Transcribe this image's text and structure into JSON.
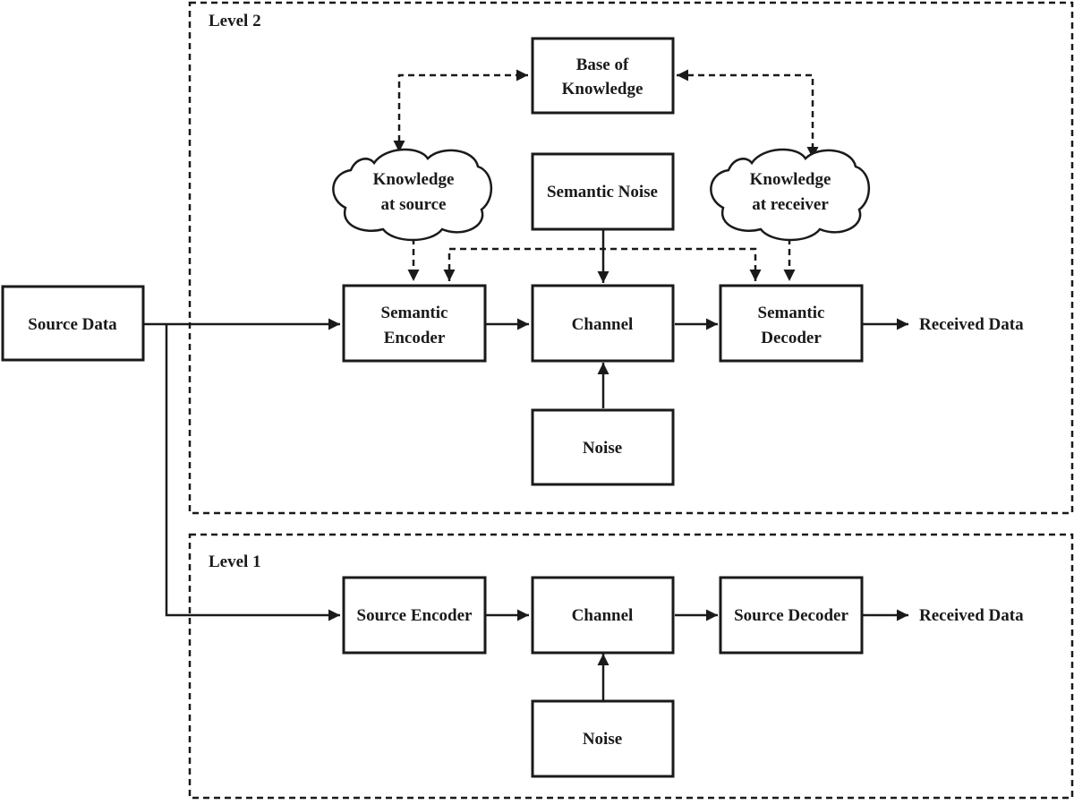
{
  "level2": {
    "label": "Level 2",
    "base_of_knowledge": [
      "Base of",
      "Knowledge"
    ],
    "knowledge_source": [
      "Knowledge",
      "at source"
    ],
    "knowledge_receiver": [
      "Knowledge",
      "at receiver"
    ],
    "semantic_noise": "Semantic Noise",
    "semantic_encoder": [
      "Semantic",
      "Encoder"
    ],
    "channel": "Channel",
    "semantic_decoder": [
      "Semantic",
      "Decoder"
    ],
    "noise": "Noise",
    "received": "Received Data"
  },
  "source": "Source Data",
  "level1": {
    "label": "Level 1",
    "source_encoder": "Source Encoder",
    "channel": "Channel",
    "source_decoder": "Source Decoder",
    "noise": "Noise",
    "received": "Received Data"
  }
}
